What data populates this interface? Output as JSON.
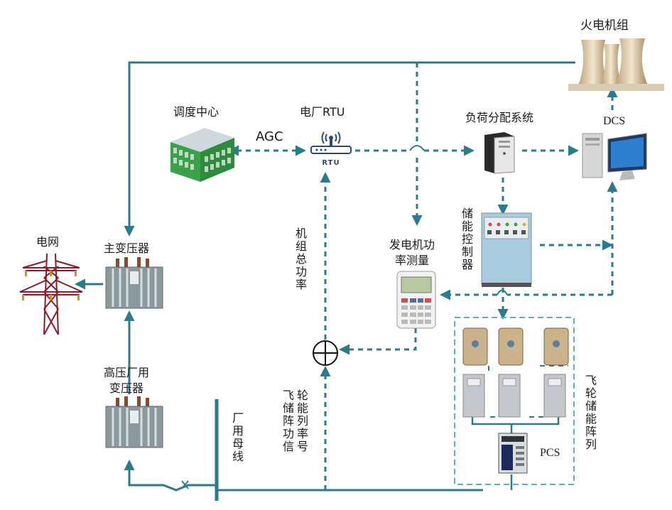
{
  "labels": {
    "thermal_unit": "火电机组",
    "dcs": "DCS",
    "dispatch_center": "调度中心",
    "plant_rtu": "电厂RTU",
    "agc": "AGC",
    "load_distribution": "负荷分配系统",
    "grid": "电网",
    "main_transformer": "主变压器",
    "unit_total_power": "机组总功率",
    "generator_power_measure_line1": "发电机功",
    "generator_power_measure_line2": "率测量",
    "storage_controller": "储能控制器",
    "hv_aux_transformer_line1": "高压厂用",
    "hv_aux_transformer_line2": "变压器",
    "plant_bus": "厂用母线",
    "flywheel_power_signal_col1": "飞储阵功信",
    "flywheel_power_signal_col2": "轮能列率号",
    "flywheel_array": "飞轮储能阵列",
    "pcs": "PCS",
    "rtu_device_text": "RTU"
  },
  "colors": {
    "line": "#2c7b8c",
    "building_green": "#3aa04a",
    "cabinet_blue": "#a9cbe0"
  }
}
